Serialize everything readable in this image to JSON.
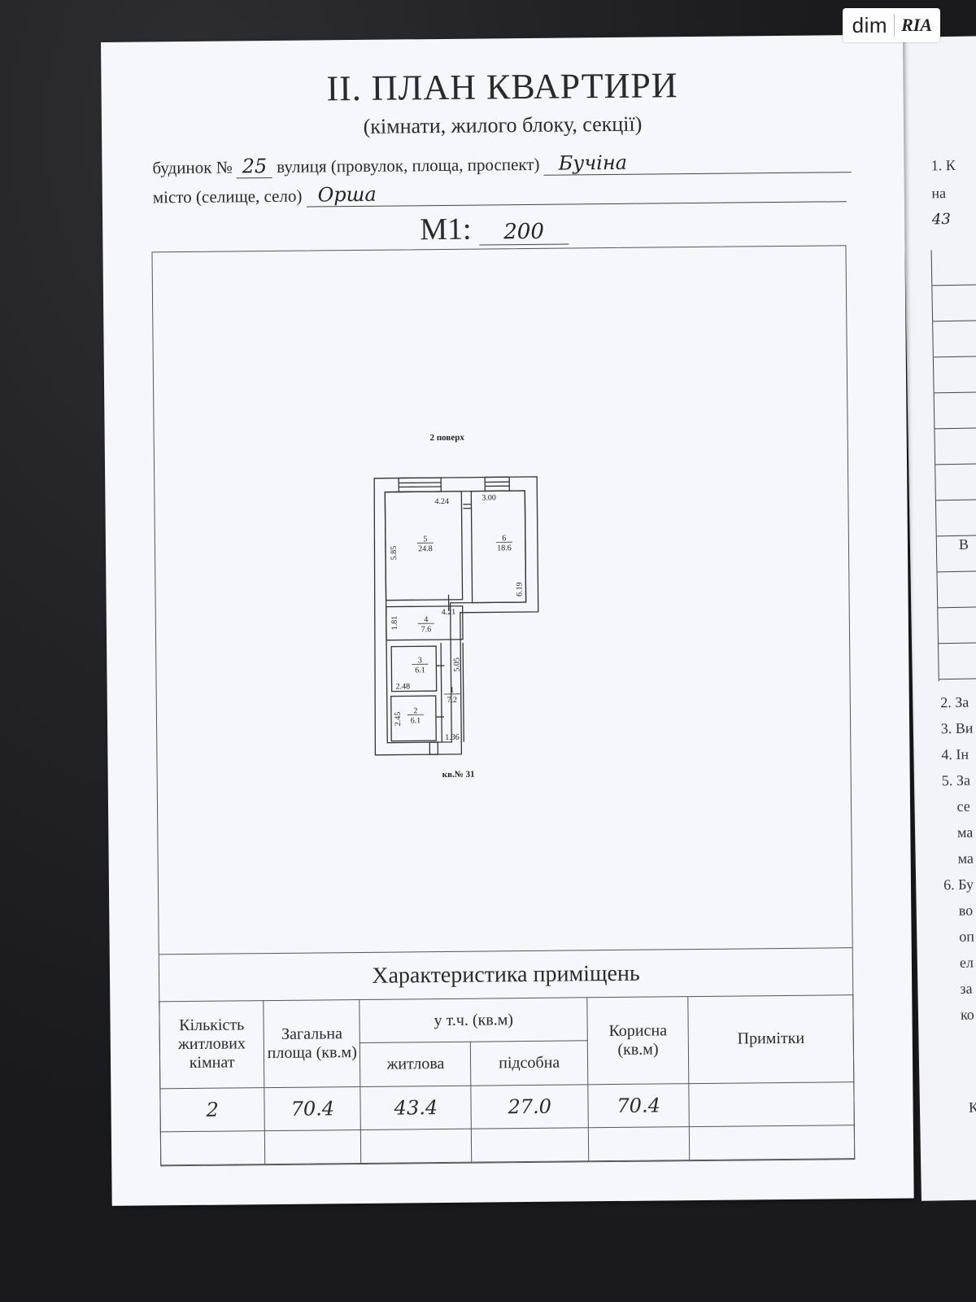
{
  "watermark": {
    "brand": "dim",
    "sub": "RIA"
  },
  "document": {
    "title": "II. ПЛАН КВАРТИРИ",
    "subtitle": "(кімнати, жилого блоку, секції)",
    "house_label": "будинок №",
    "house_number": "25",
    "street_label": "вулиця (провулок, площа, проспект)",
    "street_value": "Бучіна",
    "city_label": "місто (селище, село)",
    "city_value": "Орша",
    "scale_label": "M1:",
    "scale_value": "200"
  },
  "floor_plan": {
    "floor_label": "2 поверх",
    "apartment_label": "кв.№ 31",
    "rooms": [
      {
        "number": "5",
        "area": "24.8"
      },
      {
        "number": "6",
        "area": "18.6"
      },
      {
        "number": "4",
        "area": "7.6"
      },
      {
        "number": "3",
        "area": "6.1"
      },
      {
        "number": "2",
        "area": "6.1"
      },
      {
        "number": "1",
        "area": "7.2"
      }
    ],
    "dimensions": [
      "4.24",
      "3.00",
      "5.85",
      "6.19",
      "4.21",
      "1.81",
      "5.05",
      "2.48",
      "2.45",
      "1.36"
    ]
  },
  "characteristics": {
    "title": "Характеристика приміщень",
    "headers": {
      "rooms_count": "Кількість житлових кімнат",
      "total_area": "Загальна площа (кв.м)",
      "incl": "у т.ч. (кв.м)",
      "living": "житлова",
      "auxiliary": "підсобна",
      "useful": "Корисна (кв.м)",
      "notes": "Примітки"
    },
    "values": {
      "rooms_count": "2",
      "total_area": "70.4",
      "living": "43.4",
      "auxiliary": "27.0",
      "useful": "70.4",
      "notes": ""
    }
  },
  "right_page": {
    "lines": [
      "1. К",
      "на",
      "43",
      "В",
      "2. За",
      "3. Ви",
      "4. Ін",
      "5. За",
      "се",
      "ма",
      "ма",
      "6. Бу",
      "во",
      "оп",
      "ел",
      "за",
      "ко",
      "К"
    ]
  }
}
